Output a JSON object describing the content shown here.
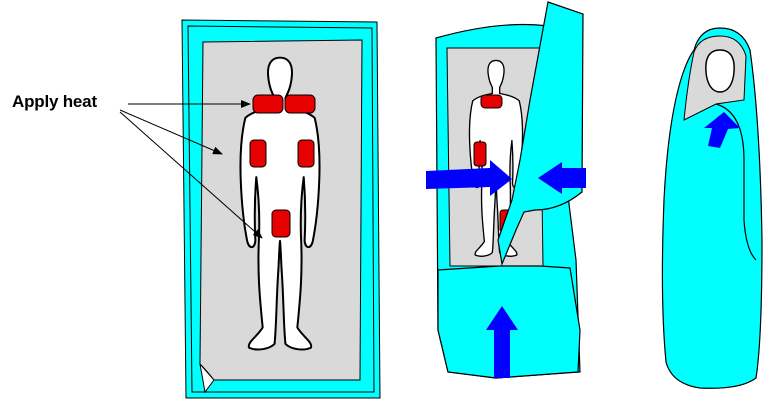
{
  "annotation": {
    "text": "Apply heat"
  },
  "colors": {
    "blanket": "#00ffff",
    "sheet": "#d9d9d9",
    "heat_pad": "#e60000",
    "arrow": "#0000ff",
    "outline": "#000000",
    "background": "#ffffff"
  },
  "panels": [
    {
      "name": "body-on-blanket",
      "heat_pads": 5,
      "icons": [
        "body-outline",
        "heat-pad",
        "callout-arrow"
      ]
    },
    {
      "name": "wrapping-in-progress",
      "heat_pads": 3,
      "icons": [
        "body-outline",
        "heat-pad",
        "fold-arrow"
      ]
    },
    {
      "name": "fully-wrapped",
      "heat_pads": 0,
      "icons": [
        "head-outline",
        "fold-arrow"
      ]
    }
  ]
}
